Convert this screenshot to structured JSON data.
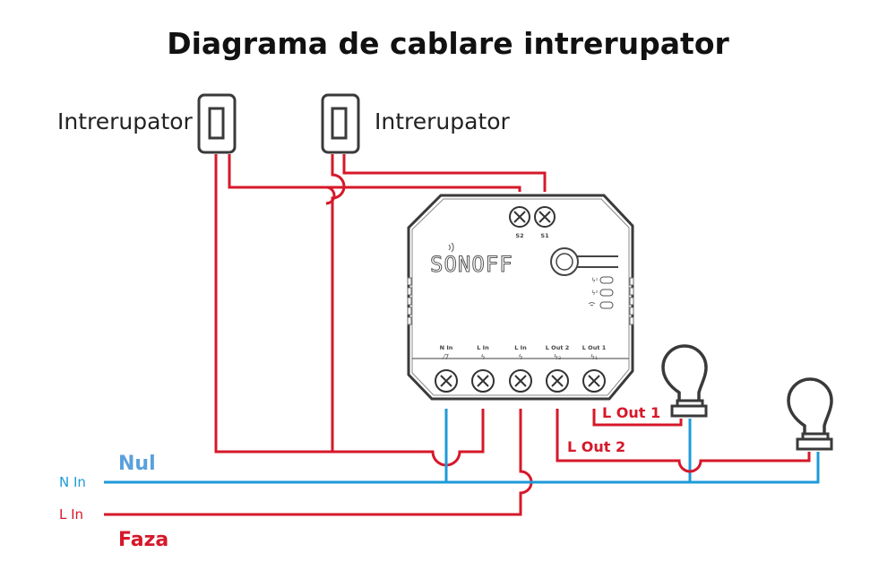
{
  "title": "Diagrama de cablare intrerupator",
  "switches": [
    {
      "label": "Intrerupator"
    },
    {
      "label": "Intrerupator"
    }
  ],
  "device": {
    "brand": "SONOFF",
    "top_terminals": [
      {
        "label": "S2"
      },
      {
        "label": "S1"
      }
    ],
    "bottom_terminals": [
      {
        "label": "N In",
        "symbol": "neutral"
      },
      {
        "label": "L In",
        "symbol": "live"
      },
      {
        "label": "L In",
        "symbol": "live"
      },
      {
        "label": "L Out 2",
        "symbol": "output-2"
      },
      {
        "label": "L Out 1",
        "symbol": "output-1"
      }
    ],
    "indicators": [
      "channel-1-led",
      "channel-2-led",
      "wifi-led"
    ]
  },
  "outputs": {
    "out1_label": "L Out 1",
    "out2_label": "L Out 2"
  },
  "lines": {
    "neutral_label": "N In",
    "neutral_name": "Nul",
    "live_label": "L In",
    "live_name": "Faza"
  },
  "colors": {
    "live_wire": "#d6182a",
    "neutral_wire": "#1e9ad8",
    "neutral_name": "#5aa0dc",
    "outline": "#3a3a3a"
  }
}
